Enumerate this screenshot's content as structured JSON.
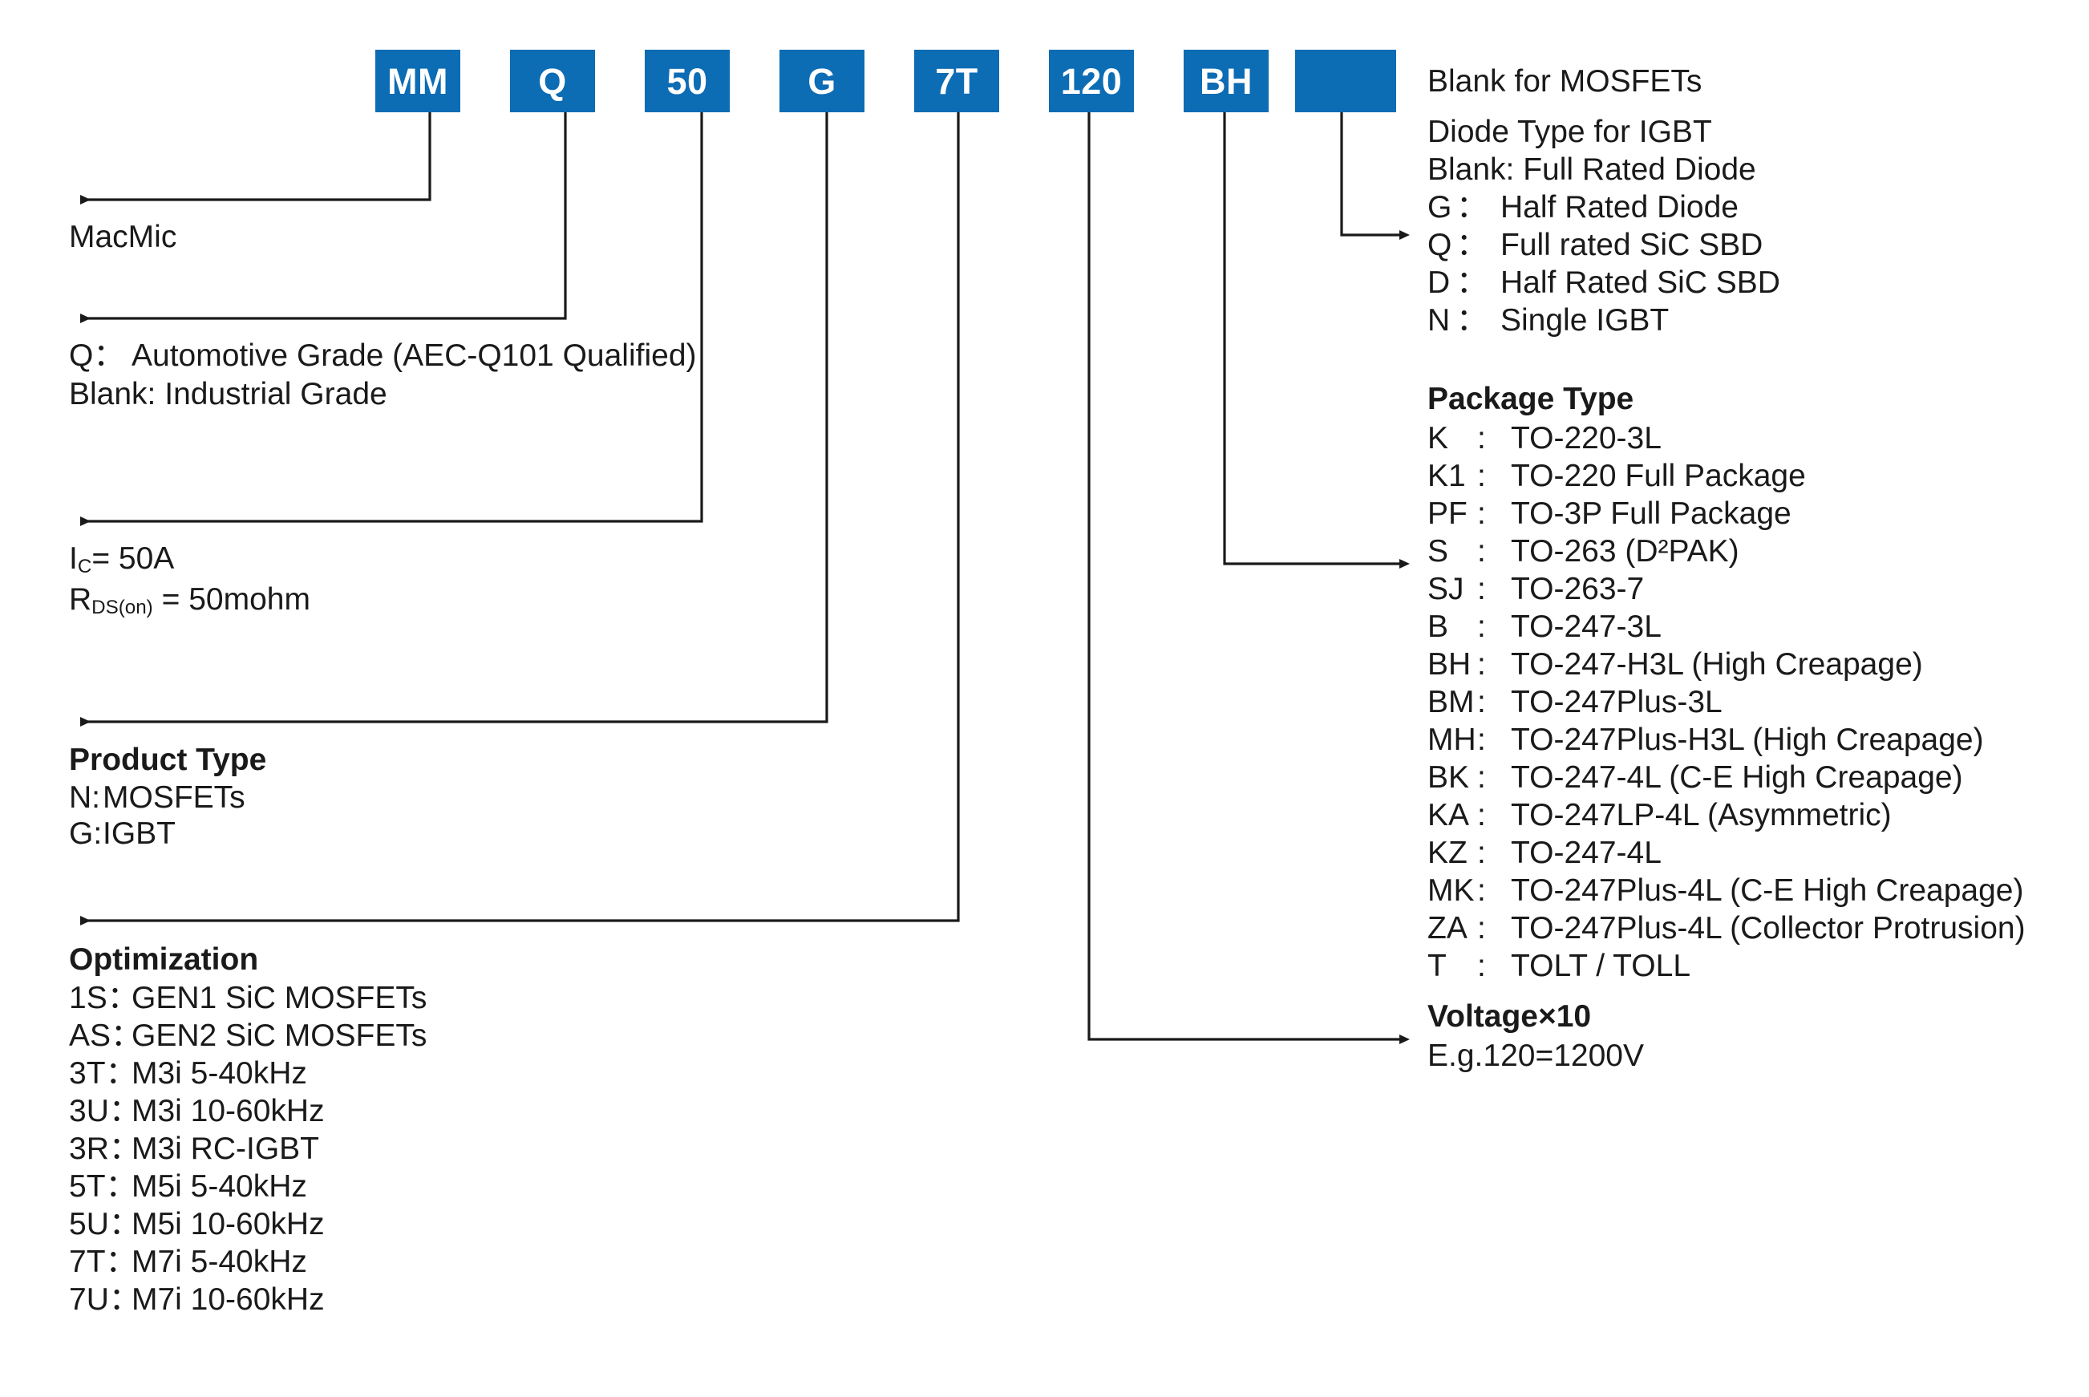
{
  "part_number": {
    "segments": [
      {
        "label": "MM"
      },
      {
        "label": "Q"
      },
      {
        "label": "50"
      },
      {
        "label": "G"
      },
      {
        "label": "7T"
      },
      {
        "label": "120"
      },
      {
        "label": "BH"
      },
      {
        "label": ""
      }
    ]
  },
  "colors": {
    "box_fill": "#0C6CB4",
    "box_text": "#FFFFFF",
    "line": "#1A1A1A",
    "text": "#1A1A1A",
    "background": "#FFFFFF"
  },
  "left_annotations": {
    "manufacturer": {
      "lines": [
        "MacMic"
      ]
    },
    "grade": {
      "lines": [
        "Q： Automotive Grade (AEC-Q101 Qualified)",
        "Blank: Industrial Grade"
      ]
    },
    "current_resistance": {
      "line1_prefix": "I",
      "line1_sub": "C",
      "line1_suffix": "= 50A",
      "line2_prefix": "R",
      "line2_sub": "DS(on)",
      "line2_suffix": " = 50mohm"
    },
    "product_type": {
      "title": "Product Type",
      "items": [
        {
          "key": "N:",
          "value": "MOSFETs"
        },
        {
          "key": "G:",
          "value": "IGBT"
        }
      ]
    },
    "optimization": {
      "title": "Optimization",
      "items": [
        {
          "key": "1S：",
          "value": "GEN1 SiC MOSFETs"
        },
        {
          "key": "AS：",
          "value": "GEN2 SiC MOSFETs"
        },
        {
          "key": "3T：",
          "value": "M3i 5-40kHz"
        },
        {
          "key": "3U：",
          "value": "M3i 10-60kHz"
        },
        {
          "key": "3R：",
          "value": "M3i RC-IGBT"
        },
        {
          "key": "5T：",
          "value": "M5i 5-40kHz"
        },
        {
          "key": "5U：",
          "value": "M5i 10-60kHz"
        },
        {
          "key": "7T：",
          "value": "M7i 5-40kHz"
        },
        {
          "key": "7U：",
          "value": "M7i 10-60kHz"
        }
      ]
    }
  },
  "right_annotations": {
    "mosfet_blank": {
      "text": "Blank for MOSFETs"
    },
    "diode_type": {
      "title": "Diode Type for IGBT",
      "subtitle": "Blank: Full Rated Diode",
      "items": [
        {
          "key": "G",
          "sep": "：",
          "value": "Half Rated Diode"
        },
        {
          "key": "Q",
          "sep": "：",
          "value": "Full rated SiC SBD"
        },
        {
          "key": "D",
          "sep": "：",
          "value": "Half Rated SiC SBD"
        },
        {
          "key": "N",
          "sep": "：",
          "value": "Single IGBT"
        }
      ]
    },
    "package_type": {
      "title": "Package Type",
      "items": [
        {
          "key": "K",
          "sep": ":",
          "value": "TO-220-3L"
        },
        {
          "key": "K1",
          "sep": ":",
          "value": "TO-220 Full Package"
        },
        {
          "key": "PF",
          "sep": ":",
          "value": "TO-3P Full Package"
        },
        {
          "key": "S",
          "sep": ":",
          "value": "TO-263 (D²PAK)"
        },
        {
          "key": "SJ",
          "sep": ":",
          "value": "TO-263-7"
        },
        {
          "key": "B",
          "sep": ":",
          "value": "TO-247-3L"
        },
        {
          "key": "BH",
          "sep": ":",
          "value": "TO-247-H3L (High Creapage)"
        },
        {
          "key": "BM",
          "sep": ":",
          "value": "TO-247Plus-3L"
        },
        {
          "key": "MH",
          "sep": ":",
          "value": "TO-247Plus-H3L (High Creapage)"
        },
        {
          "key": "BK",
          "sep": ":",
          "value": "TO-247-4L (C-E High Creapage)"
        },
        {
          "key": "KA",
          "sep": ":",
          "value": "TO-247LP-4L (Asymmetric)"
        },
        {
          "key": "KZ",
          "sep": ":",
          "value": "TO-247-4L"
        },
        {
          "key": "MK",
          "sep": ":",
          "value": "TO-247Plus-4L (C-E High Creapage)"
        },
        {
          "key": "ZA",
          "sep": ":",
          "value": "TO-247Plus-4L (Collector Protrusion)"
        },
        {
          "key": "T",
          "sep": ":",
          "value": "TOLT / TOLL"
        }
      ]
    },
    "voltage": {
      "title": "Voltage×10",
      "example": "E.g.120=1200V"
    }
  }
}
